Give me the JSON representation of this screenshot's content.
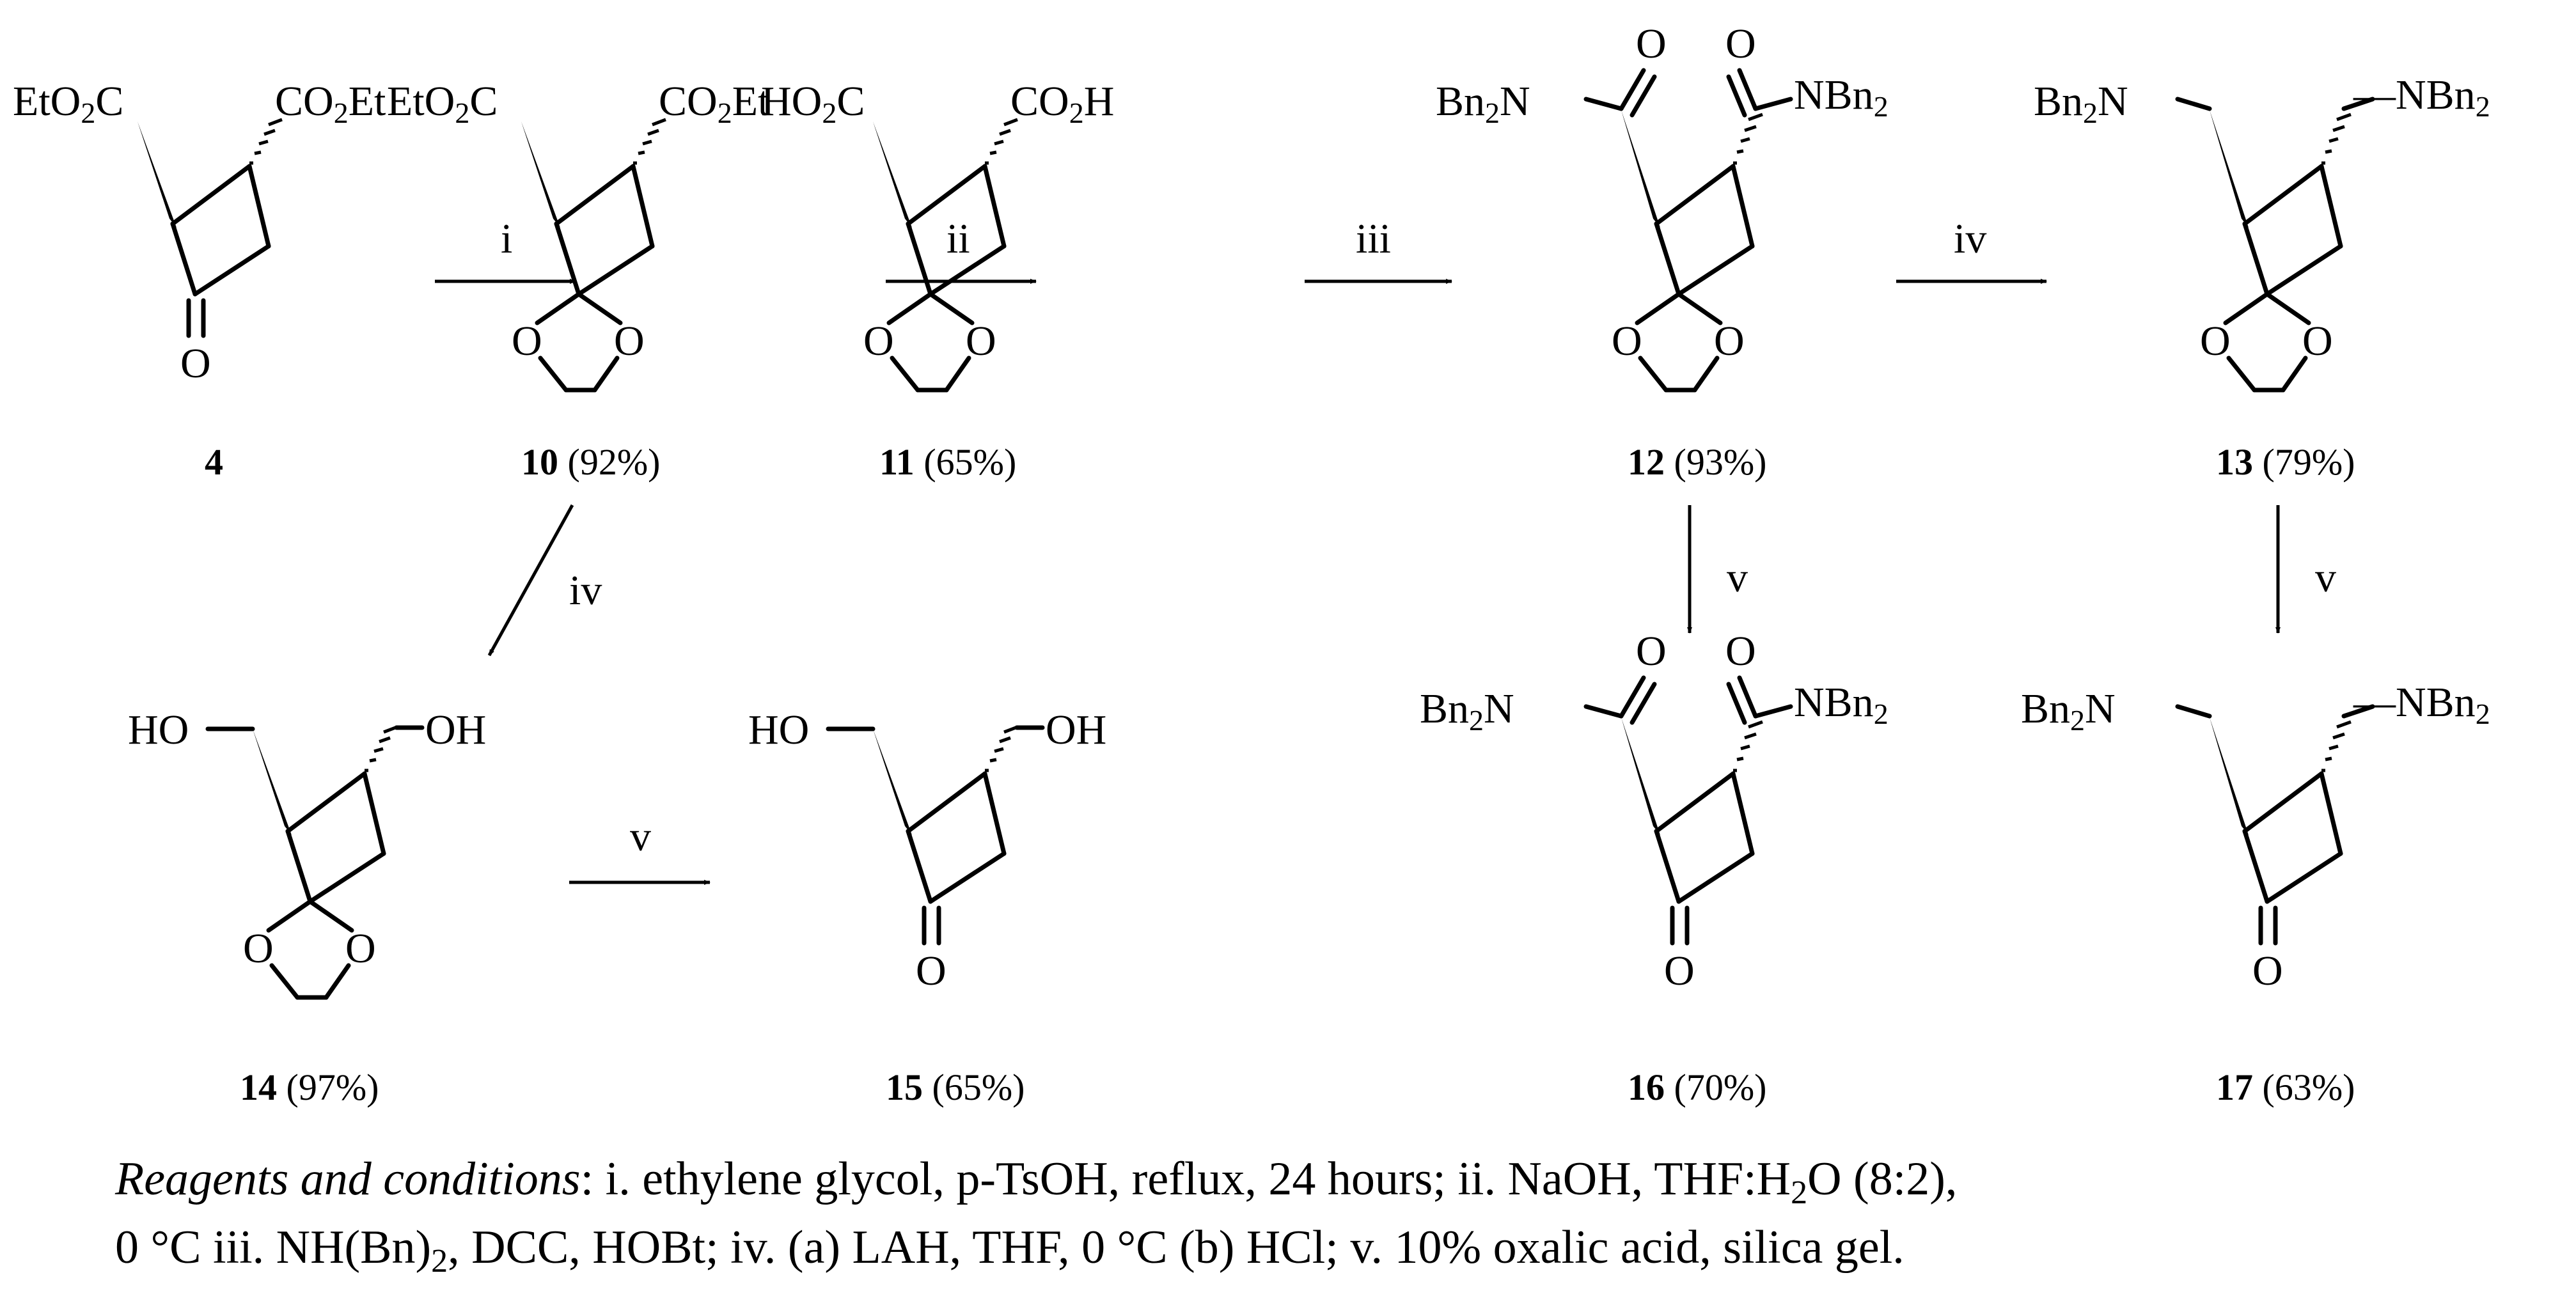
{
  "compounds": [
    {
      "id": "4",
      "number": "4",
      "yield": ""
    },
    {
      "id": "10",
      "number": "10",
      "yield": "(92%)"
    },
    {
      "id": "11",
      "number": "11",
      "yield": "(65%)"
    },
    {
      "id": "12",
      "number": "12",
      "yield": "(93%)"
    },
    {
      "id": "13",
      "number": "13",
      "yield": "(79%)"
    },
    {
      "id": "14",
      "number": "14",
      "yield": "(97%)"
    },
    {
      "id": "15",
      "number": "15",
      "yield": "(65%)"
    },
    {
      "id": "16",
      "number": "16",
      "yield": "(70%)"
    },
    {
      "id": "17",
      "number": "17",
      "yield": "(63%)"
    }
  ],
  "labels": {
    "eto2c": "EtO",
    "co2et": "CO",
    "et": "Et",
    "ho2c": "HO",
    "co2h": "CO",
    "h": "H",
    "bn2n": "Bn",
    "nbn2": "NBn",
    "n": "N",
    "sub2": "2",
    "o": "O",
    "ho": "HO",
    "oh": "OH"
  },
  "arrows": {
    "a1": "i",
    "a2": "ii",
    "a3": "iii",
    "a4": "iv",
    "a5": "iv",
    "a6": "v",
    "a7": "v",
    "a8": "v"
  },
  "conditions": {
    "label": "Reagents and conditions",
    "line1a": ": i. ethylene glycol, p-TsOH, reflux, 24 hours; ii. NaOH, THF:H",
    "line1b": "2",
    "line1c": "O (8:2),",
    "line2a": "0 °C iii. NH(Bn)",
    "line2b": "2",
    "line2c": ", DCC, HOBt; iv. (a) LAH, THF, 0 °C (b) HCl; v. 10% oxalic acid, silica gel."
  }
}
